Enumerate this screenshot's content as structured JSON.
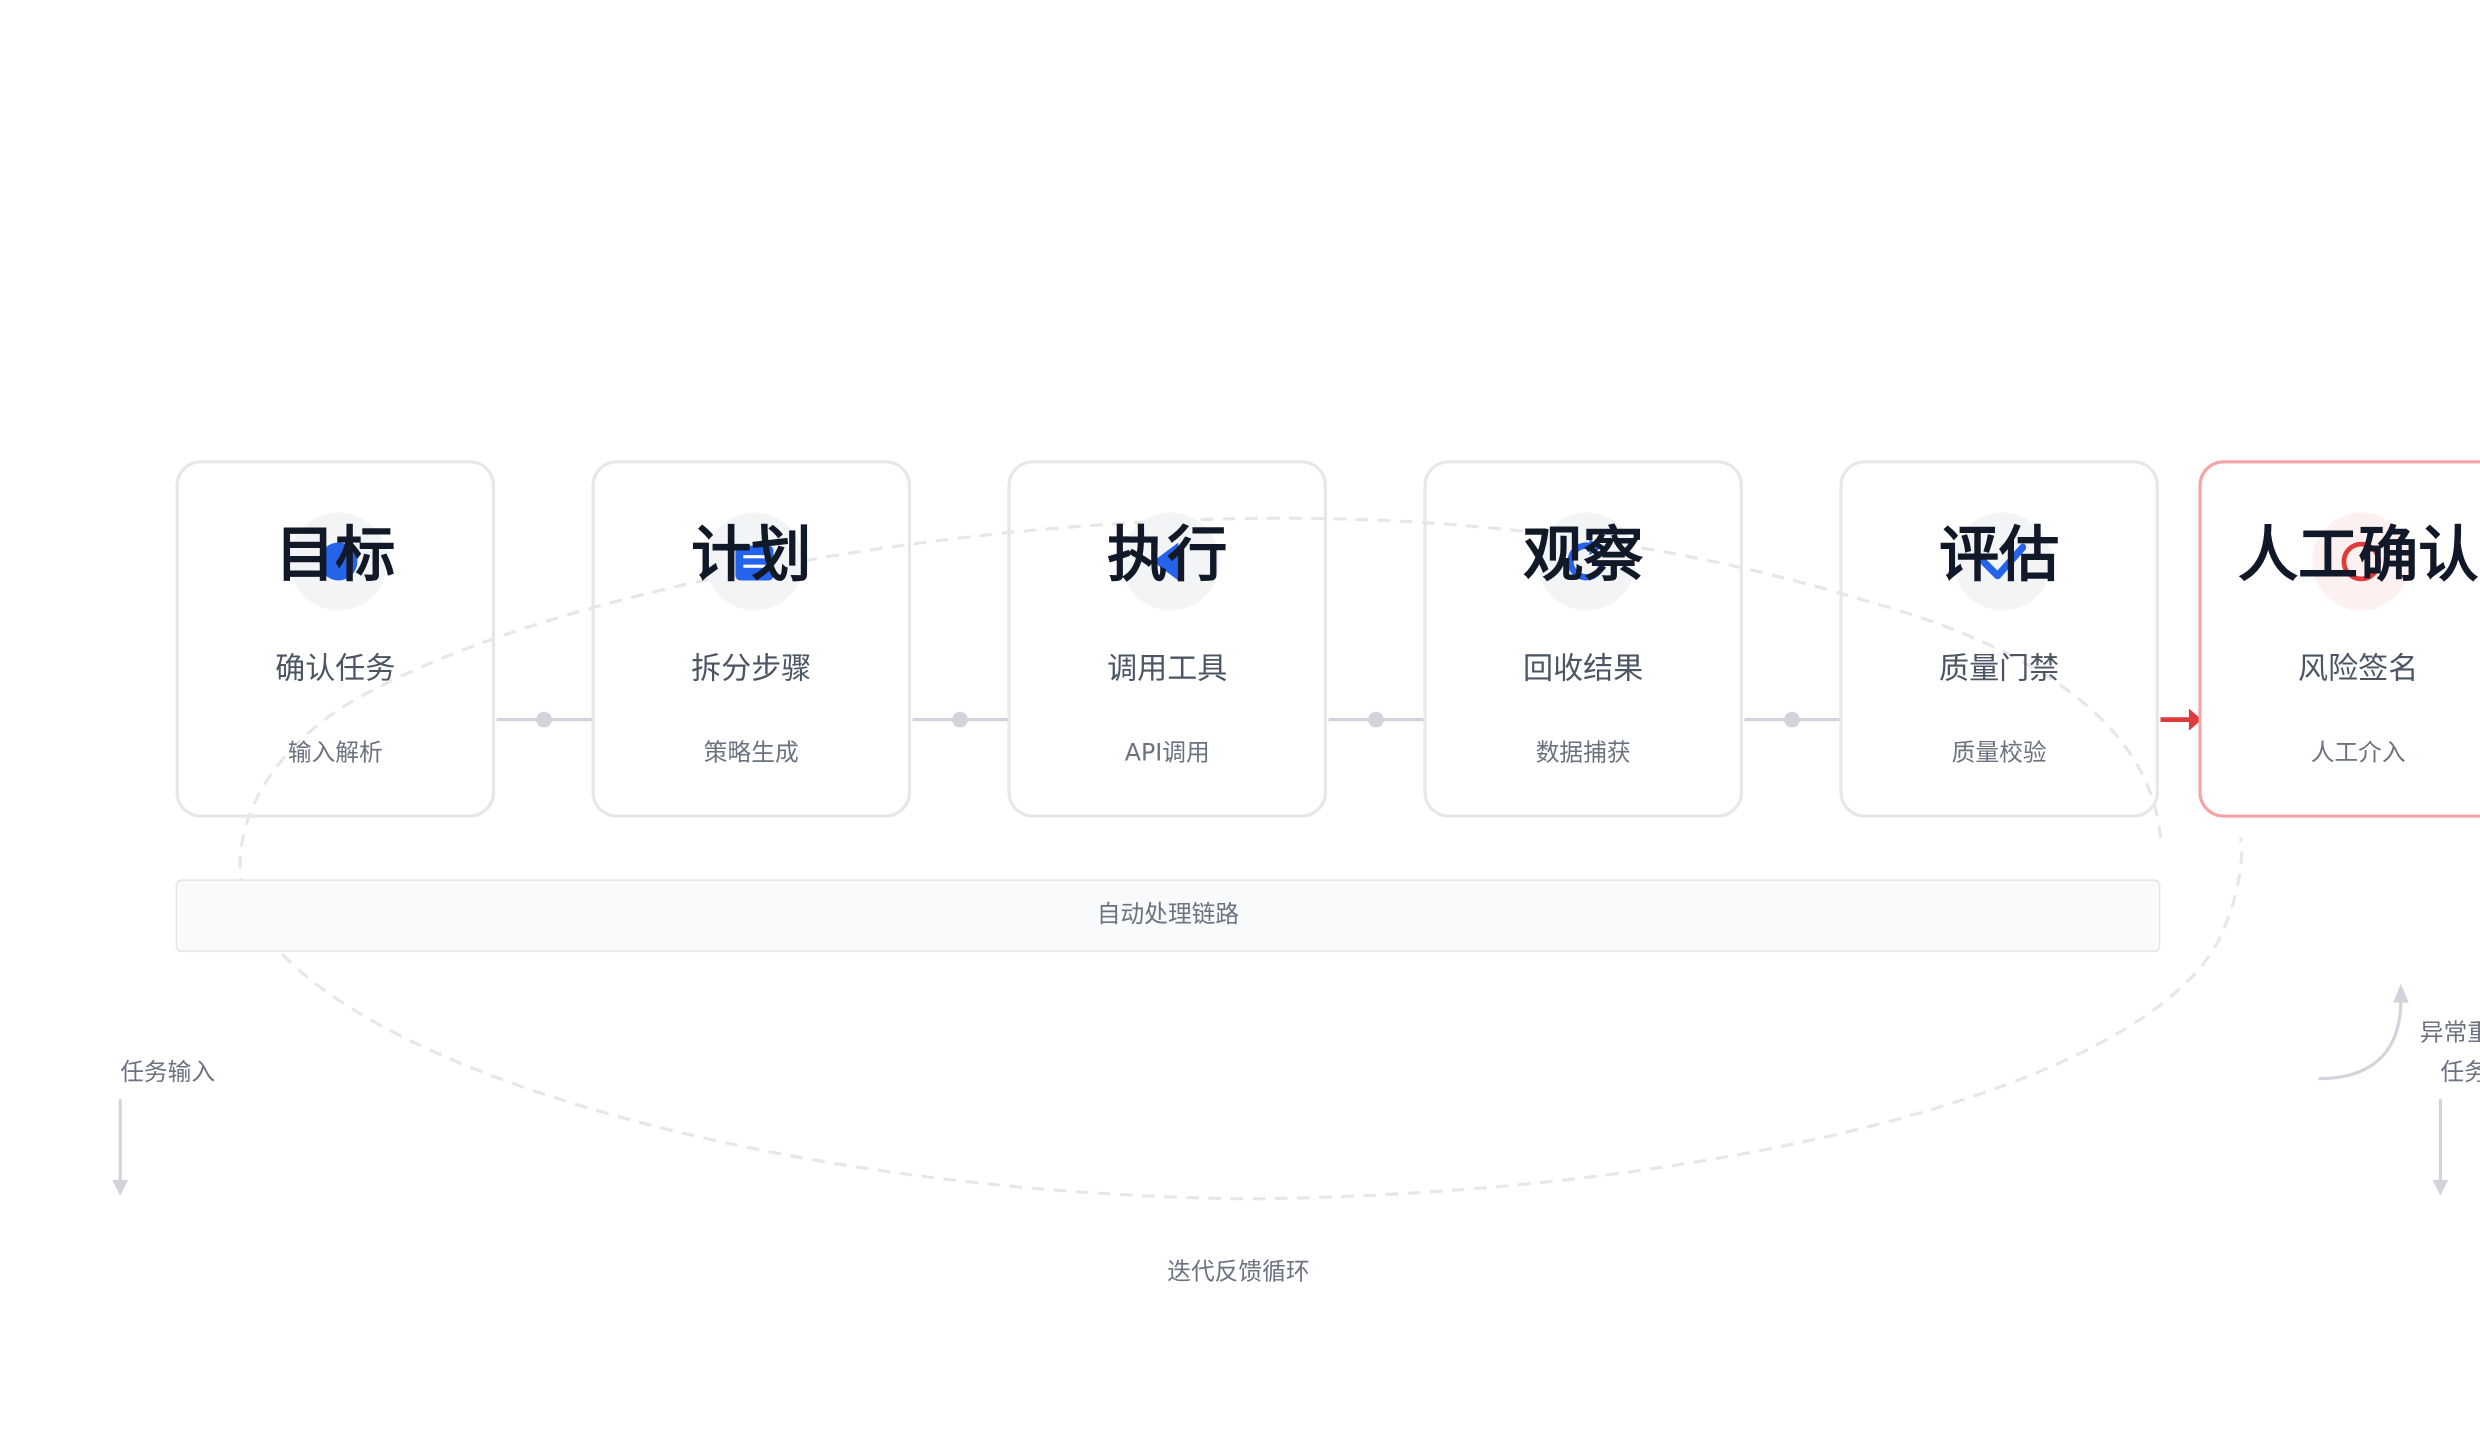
{
  "steps": [
    {
      "title": "目标",
      "subtitle": "确认任务",
      "tag": "输入解析",
      "icon": "target-icon"
    },
    {
      "title": "计划",
      "subtitle": "拆分步骤",
      "tag": "策略生成",
      "icon": "list-icon"
    },
    {
      "title": "执行",
      "subtitle": "调用工具",
      "tag": "API调用",
      "icon": "play-icon"
    },
    {
      "title": "观察",
      "subtitle": "回收结果",
      "tag": "数据捕获",
      "icon": "refresh-icon"
    },
    {
      "title": "评估",
      "subtitle": "质量门禁",
      "tag": "质量校验",
      "icon": "check-icon"
    },
    {
      "title": "人工确认",
      "subtitle": "风险签名",
      "tag": "人工介入",
      "icon": "alert-icon"
    }
  ],
  "auto_chain_label": "自动处理链路",
  "task_input_label": "任务输入",
  "loop_label": "迭代反馈循环",
  "exception_label": "异常重",
  "task_label_cut": "任务",
  "colors": {
    "accent": "#2563eb",
    "danger": "#e03b3b",
    "danger_border": "#f4a4a4",
    "connector": "#d1d5db"
  }
}
